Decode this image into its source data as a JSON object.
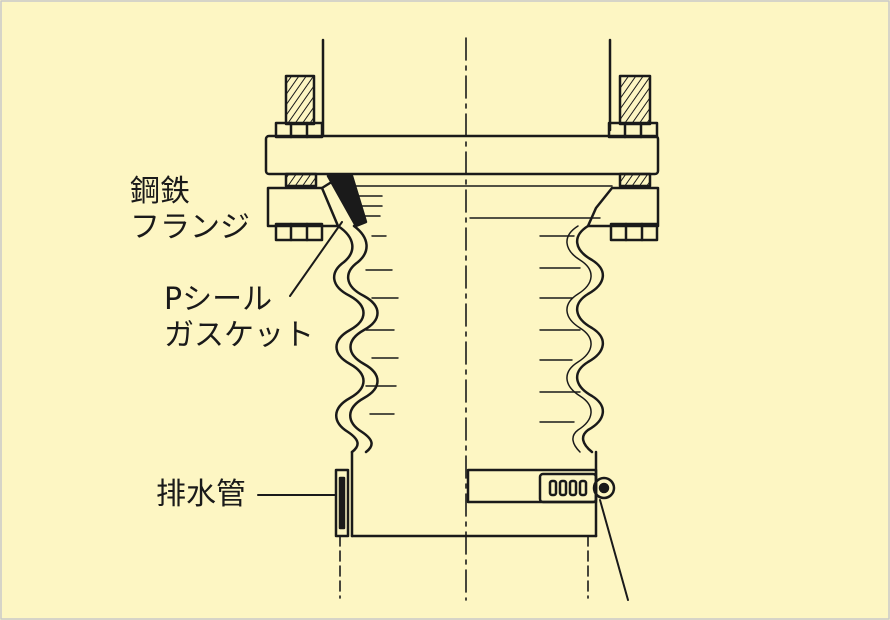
{
  "colors": {
    "background": "#fdf6c3",
    "line": "#1a1a1a"
  },
  "labels": {
    "steel_flange": [
      "鋼鉄",
      "フランジ"
    ],
    "p_seal_gasket": [
      "Pシール",
      "ガスケット"
    ],
    "drain_pipe": "排水管"
  }
}
